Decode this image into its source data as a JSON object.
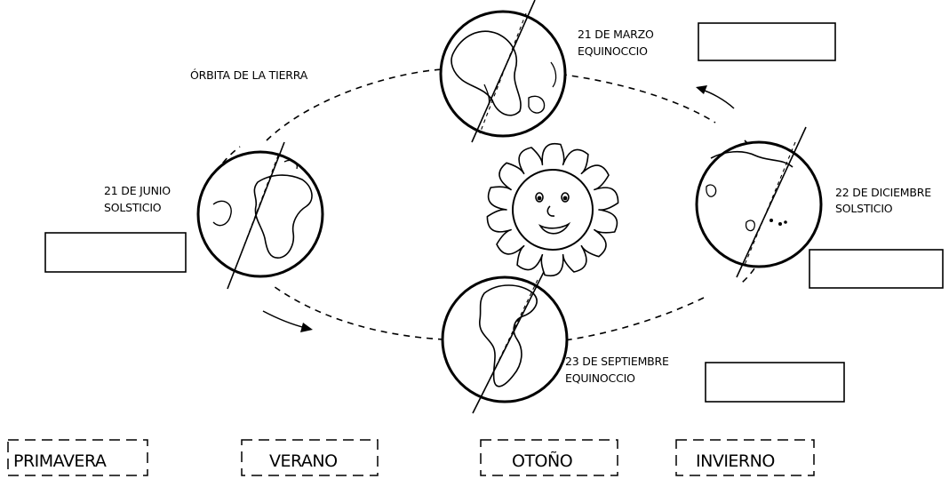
{
  "orbit_label": "ÓRBITA DE LA TIERRA",
  "events": {
    "march": {
      "date": "21 DE MARZO",
      "type": "EQUINOCCIO"
    },
    "june": {
      "date": "21 DE JUNIO",
      "type": "SOLSTICIO"
    },
    "december": {
      "date": "22 DE DICIEMBRE",
      "type": "SOLSTICIO"
    },
    "september": {
      "date": "23 DE SEPTIEMBRE",
      "type": "EQUINOCCIO"
    }
  },
  "seasons": [
    "PRIMAVERA",
    "VERANO",
    "OTOÑO",
    "INVIERNO"
  ]
}
